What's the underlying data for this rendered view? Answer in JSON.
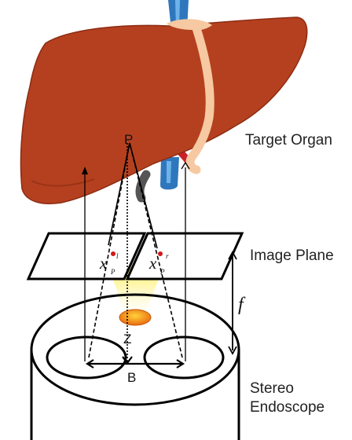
{
  "labels": {
    "target_organ": "Target Organ",
    "image_plane": "Image Plane",
    "stereo": "Stereo",
    "endoscope": "Endoscope",
    "point": "P",
    "depth": "Z",
    "baseline": "B",
    "focal": "f"
  },
  "projections": {
    "left": {
      "base": "x",
      "sub": "P",
      "sup": "l"
    },
    "right": {
      "base": "x",
      "sub": "P",
      "sup": "r"
    }
  },
  "colors": {
    "liver": "#b5401f",
    "liver_dark": "#8c2c12",
    "ligament": "#f6c9a2",
    "vein": "#2f77bd",
    "vein_light": "#6fb2ea",
    "artery": "#c8232c",
    "duct": "#555555",
    "point": "#d11a1a",
    "light": "#ffe45e",
    "lens": "#f07a1a"
  }
}
